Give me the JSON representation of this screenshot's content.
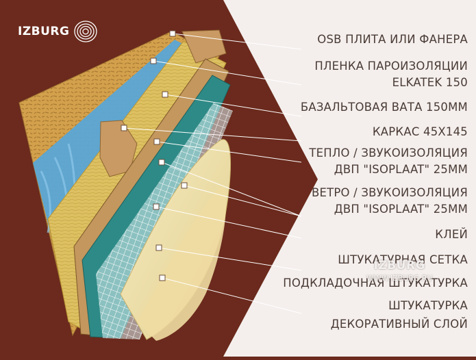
{
  "brand": {
    "name": "IZBURG",
    "logo_icon": "tree-rings-icon"
  },
  "watermark": {
    "name": "IZBURG",
    "url": "WWW.IZBURG.RU"
  },
  "layers": [
    "OSB ПЛИТА ИЛИ ФАНЕРА",
    "ПЛЕНКА ПАРОИЗОЛЯЦИИ",
    "ELKATEK 150",
    "БАЗАЛЬТОВАЯ ВАТА 150ММ",
    "КАРКАС 45Х145",
    "ТЕПЛО / ЗВУКОИЗОЛЯЦИЯ",
    "ДВП \"ISOPLAAT\" 25ММ",
    "ВЕТРО / ЗВУКОИЗОЛЯЦИЯ",
    "ДВП \"ISOPLAAT\" 25ММ",
    "КЛЕЙ",
    "ШТУКАТУРНАЯ СЕТКА",
    "ПОДКЛАДОЧНАЯ ШТУКАТУРКА",
    "ШТУКАТУРКА",
    "ДЕКОРАТИВНЫЙ СЛОЙ"
  ],
  "colors": {
    "background": "#6b2a1d",
    "panel": "#f4efed",
    "text": "#4a3b35",
    "osb": "#d2a24e",
    "membrane": "#5aa7d6",
    "wool": "#d9bf5e",
    "timber": "#c99a63",
    "fibreboard": "#2e8a86",
    "plaster": "#efe3b0"
  }
}
